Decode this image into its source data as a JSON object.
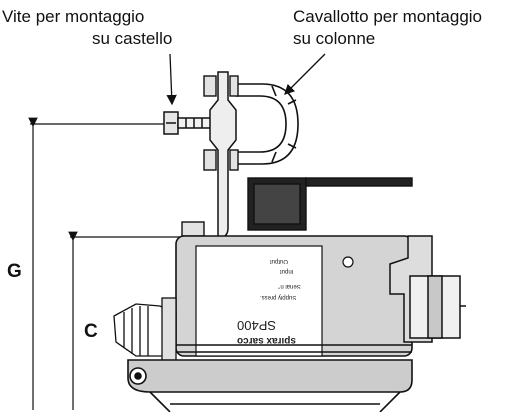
{
  "callouts": {
    "vite": {
      "line1": "Vite per montaggio",
      "line2": "su castello"
    },
    "cavallotto": {
      "line1": "Cavallotto per montaggio",
      "line2": "su colonne"
    }
  },
  "dimensions": {
    "g": "G",
    "c": "C"
  },
  "device_plate": {
    "output": "Output",
    "input": "Input",
    "serial": "Serial n°",
    "supply": "Supply press.",
    "model": "SP400",
    "brand": "spirax sarco"
  },
  "colors": {
    "ink": "#111111",
    "body_grey": "#d4d4d4",
    "dark": "#333333"
  }
}
